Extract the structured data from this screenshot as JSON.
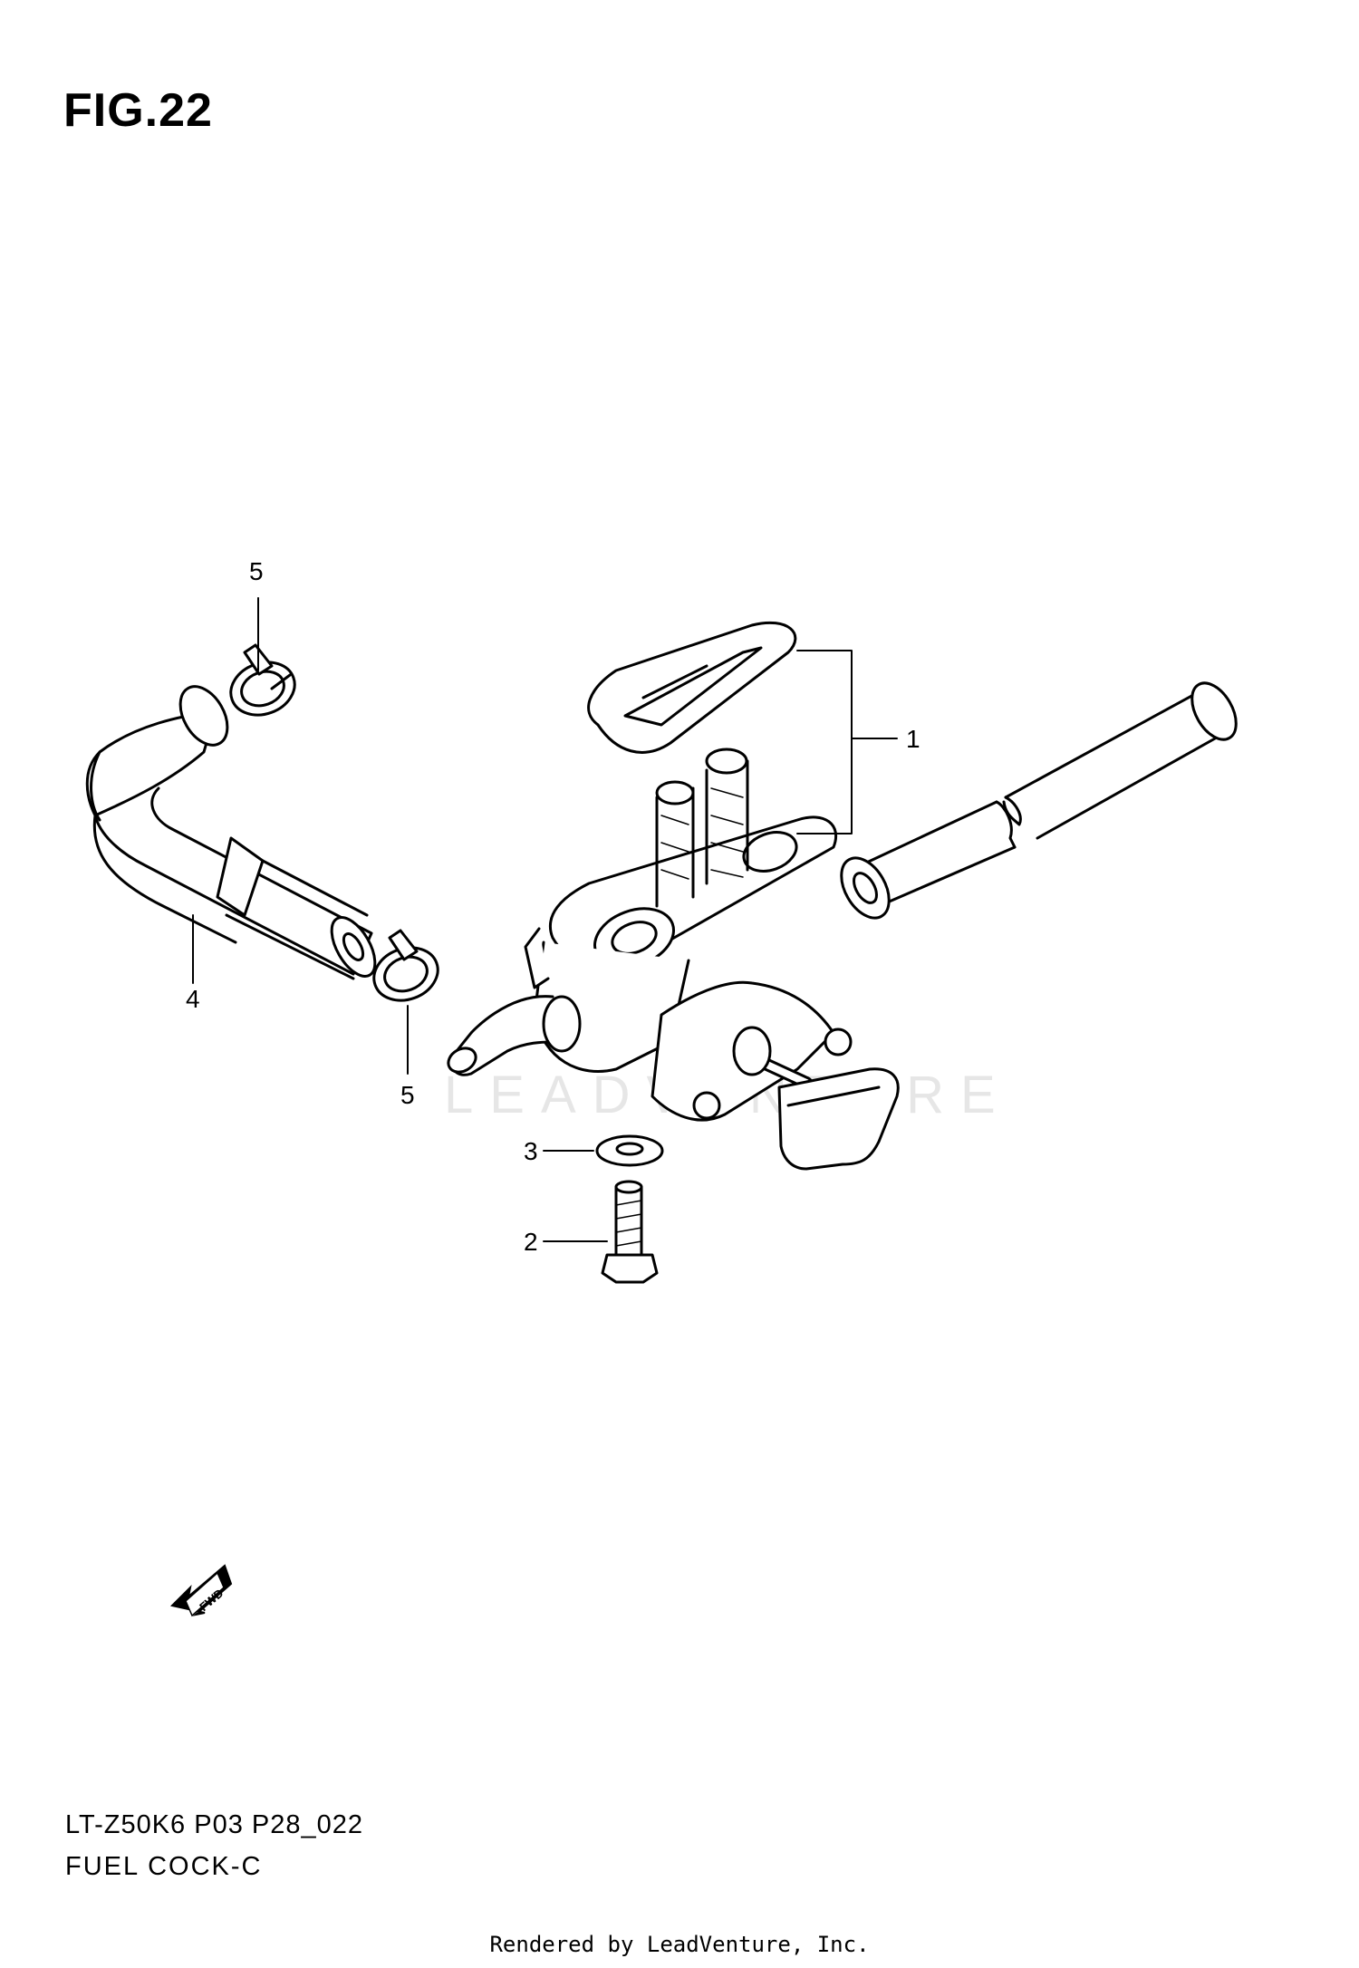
{
  "figure": {
    "title": "FIG.22"
  },
  "callouts": [
    "1",
    "2",
    "3",
    "4",
    "5",
    "5"
  ],
  "fwd_label": "FWD",
  "watermark": "LEADVENTURE",
  "caption": {
    "code": "LT-Z50K6 P03 P28_022",
    "name": "FUEL COCK-C"
  },
  "footer": "Rendered by LeadVenture, Inc."
}
